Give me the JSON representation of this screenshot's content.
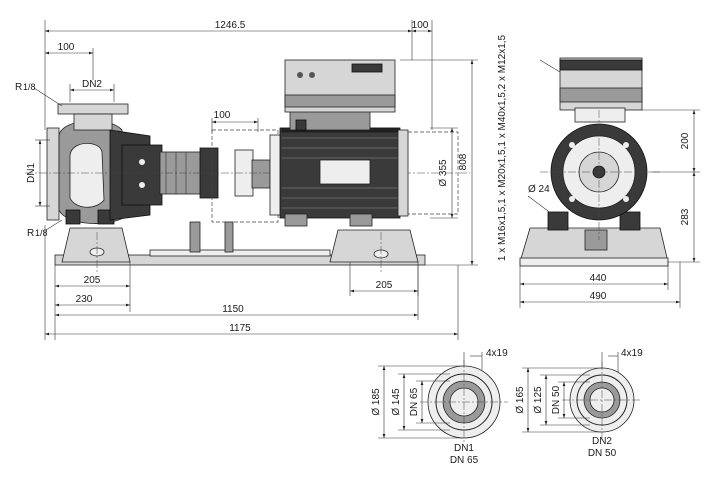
{
  "side_view": {
    "total_length": "1246.5",
    "motor_end": "100",
    "suction_offset": "100",
    "suction_label": "DN2",
    "discharge_label": "DN1",
    "thread_top": "R",
    "thread_top_frac": "1/8",
    "thread_bottom": "R",
    "thread_bottom_frac": "1/8",
    "coupling_gap": "100",
    "motor_diameter": "Ø 355",
    "overall_height": "808",
    "foot_left": "205",
    "foot_right": "205",
    "pump_foot": "230",
    "base_length": "1150",
    "overall_base": "1175"
  },
  "front_view": {
    "cable_entries": "1 x M16x1,5,1 x M20x1,5,1 x M40x1,5,2 x M12x1,5",
    "hole_diameter": "Ø 24",
    "shaft_height_top": "200",
    "shaft_height": "283",
    "base_width_inner": "440",
    "base_width_outer": "490"
  },
  "flange_dn1": {
    "outer_diameter": "Ø 185",
    "bolt_circle": "Ø 145",
    "inner": "DN 65",
    "bolts": "4x19",
    "label": "DN1",
    "nominal": "DN 65"
  },
  "flange_dn2": {
    "outer_diameter": "Ø 165",
    "bolt_circle": "Ø 125",
    "inner": "DN 50",
    "bolts": "4x19",
    "label": "DN2",
    "nominal": "DN 50"
  }
}
